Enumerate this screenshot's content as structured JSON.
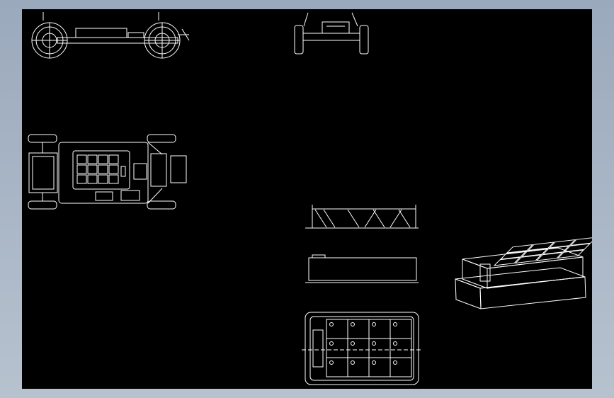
{
  "window": {
    "background_colors": {
      "frame": "#9aa9bc",
      "canvas": "#000000",
      "lines": "#ffffff"
    }
  },
  "drawing": {
    "views": [
      {
        "id": "side-view",
        "kind": "chassis side elevation"
      },
      {
        "id": "front-view",
        "kind": "chassis front elevation"
      },
      {
        "id": "top-view",
        "kind": "chassis plan view"
      },
      {
        "id": "box-section",
        "kind": "battery box cross section"
      },
      {
        "id": "box-elevation",
        "kind": "battery box elevation"
      },
      {
        "id": "box-plan",
        "kind": "battery box plan view"
      },
      {
        "id": "box-isometric",
        "kind": "battery box isometric"
      }
    ],
    "battery_grid": {
      "rows": 3,
      "cols": 4
    }
  }
}
